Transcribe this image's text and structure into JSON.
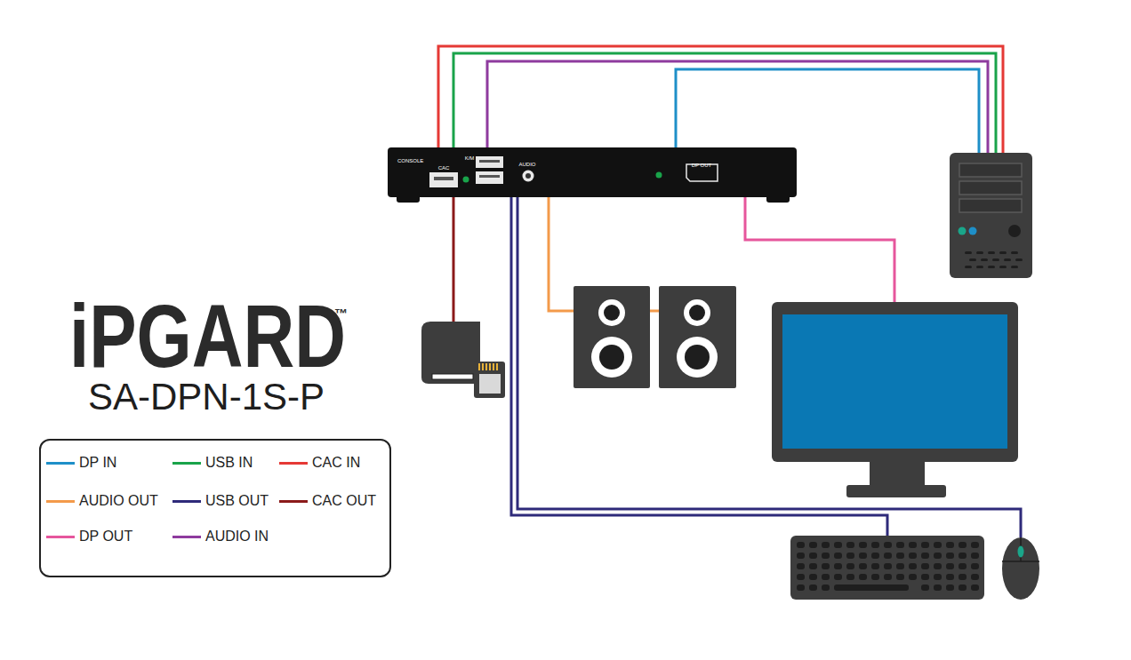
{
  "diagram": {
    "nodes": [
      {
        "text": [
          "CONSOLE",
          "CAC",
          "K/M",
          "AUDIO",
          "DP OUT"
        ]
      }
    ],
    "labels": [
      "iPGARD",
      "™",
      "SA-DPN-1S-P"
    ],
    "legend": [
      {
        "text": "DP IN",
        "color": "#1e8fc8"
      },
      {
        "text": "USB IN",
        "color": "#19a34a"
      },
      {
        "text": "CAC IN",
        "color": "#e53935"
      },
      {
        "text": "AUDIO OUT",
        "color": "#f39a4a"
      },
      {
        "text": "USB OUT",
        "color": "#2e2a7a"
      },
      {
        "text": "CAC OUT",
        "color": "#8b1a1a"
      },
      {
        "text": "DP OUT",
        "color": "#e6569c"
      },
      {
        "text": "AUDIO IN",
        "color": "#8e3b9e"
      }
    ]
  }
}
